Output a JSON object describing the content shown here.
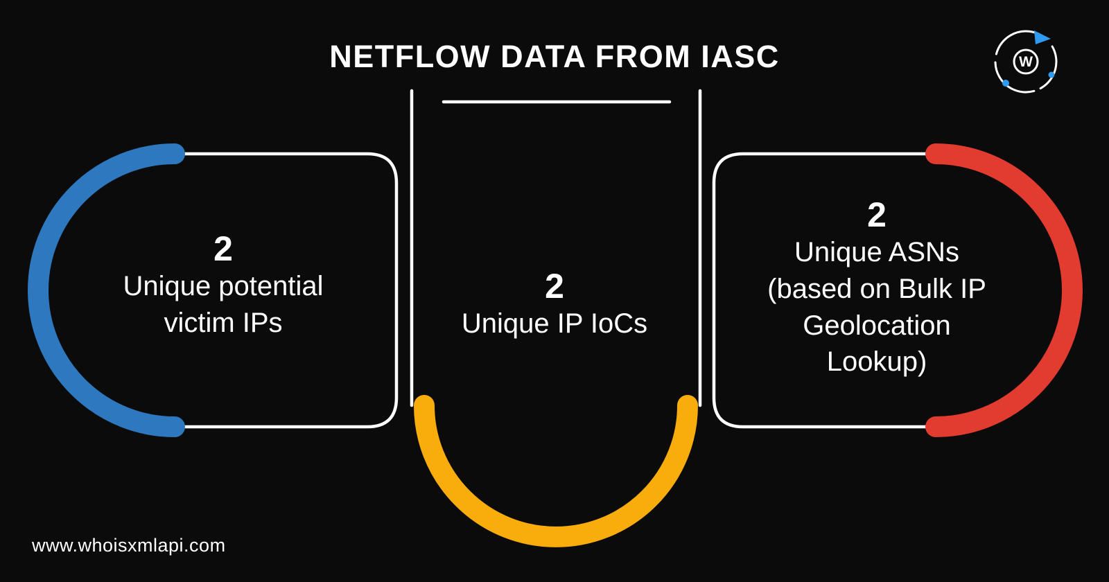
{
  "title": "NETFLOW DATA FROM IASC",
  "footer": {
    "url": "www.whoisxmlapi.com"
  },
  "logo": {
    "letter": "W",
    "accent": "#2E9BF0"
  },
  "colors": {
    "background": "#0b0b0b",
    "line": "#ffffff",
    "blue": "#2D78BE",
    "yellow": "#F9AD0D",
    "red": "#E23B30"
  },
  "stats": [
    {
      "value": "2",
      "label": "Unique potential\nvictim IPs",
      "accent_side": "left",
      "accent_color": "#2D78BE"
    },
    {
      "value": "2",
      "label": "Unique IP IoCs",
      "accent_side": "bottom",
      "accent_color": "#F9AD0D"
    },
    {
      "value": "2",
      "label": "Unique ASNs\n(based on Bulk IP\nGeolocation\nLookup)",
      "accent_side": "right",
      "accent_color": "#E23B30"
    }
  ]
}
